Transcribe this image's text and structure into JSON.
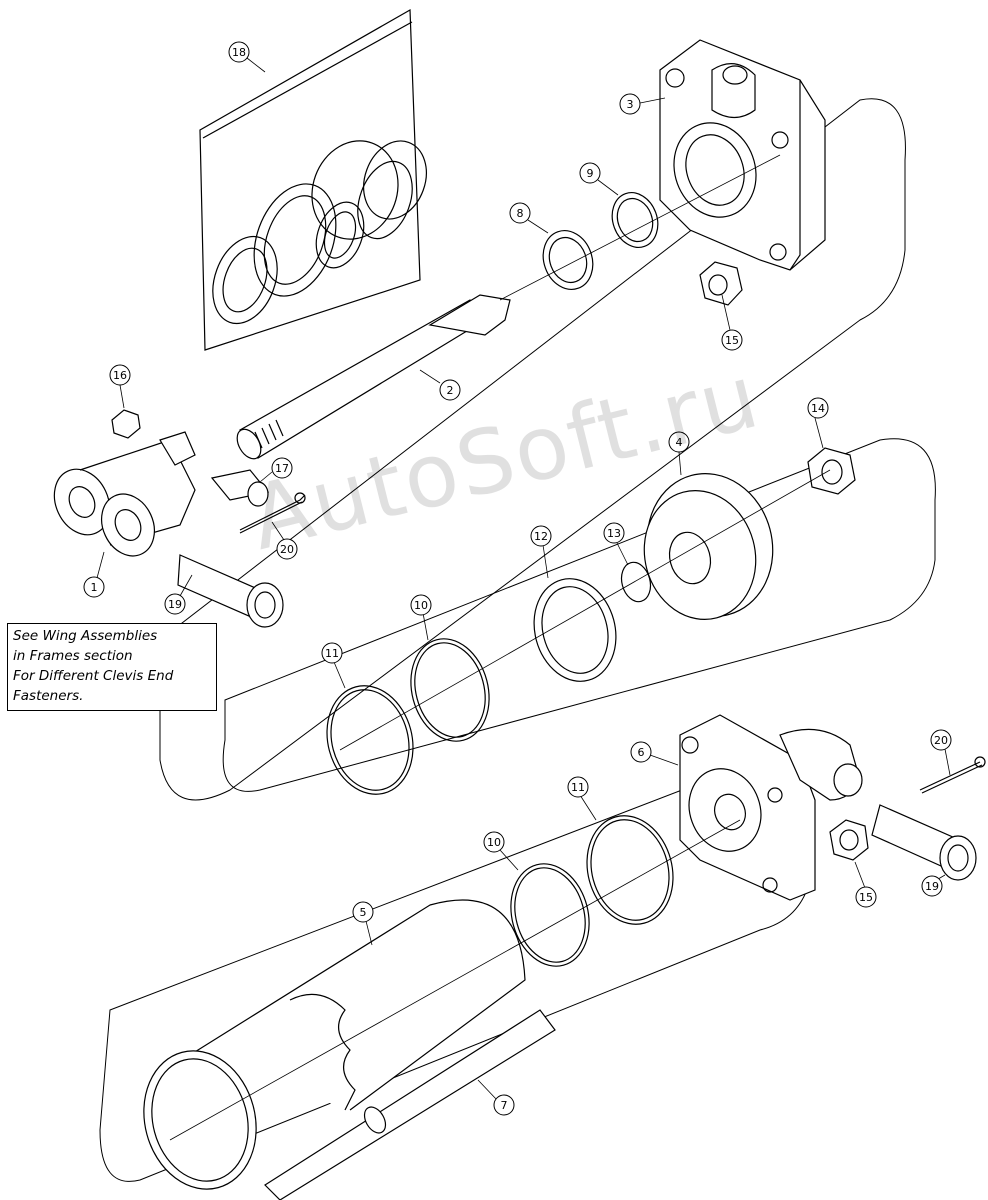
{
  "note": {
    "lines": [
      "See Wing Assemblies",
      "in Frames section",
      "For Different Clevis End",
      "Fasteners."
    ]
  },
  "watermark": "AutoSoft.ru",
  "callouts": {
    "c1": "1",
    "c2": "2",
    "c3": "3",
    "c4": "4",
    "c5": "5",
    "c6": "6",
    "c7": "7",
    "c8": "8",
    "c9": "9",
    "c10a": "10",
    "c10b": "10",
    "c11a": "11",
    "c11b": "11",
    "c12": "12",
    "c13": "13",
    "c14": "14",
    "c15a": "15",
    "c15b": "15",
    "c16": "16",
    "c17": "17",
    "c18": "18",
    "c19a": "19",
    "c19b": "19",
    "c20a": "20",
    "c20b": "20"
  }
}
